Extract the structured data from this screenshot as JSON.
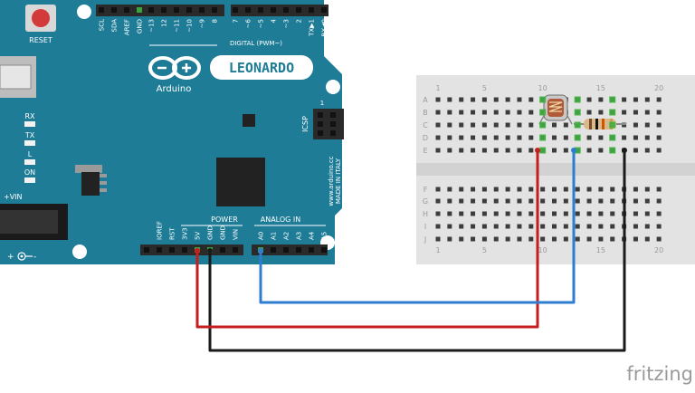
{
  "board": {
    "reset_label": "RESET",
    "name": "LEONARDO",
    "brand": "Arduino",
    "icsp_label": "ICSP",
    "icsp_pin": "1",
    "digital_label": "DIGITAL (PWM~)",
    "top_pins": [
      "SCL",
      "SDA",
      "AREF",
      "GND",
      "~13",
      "12",
      "~11",
      "~10",
      "~9",
      "8",
      "7",
      "~6",
      "~5",
      "4",
      "~3",
      "2",
      "TX▶1",
      "RX◀0"
    ],
    "power_label": "POWER",
    "analog_label": "ANALOG IN",
    "power_pins": [
      "IOREF",
      "RST",
      "3V3",
      "5V",
      "GND",
      "GND",
      "VIN"
    ],
    "analog_pins": [
      "A0",
      "A1",
      "A2",
      "A3",
      "A4",
      "A5"
    ],
    "leds": [
      "RX",
      "TX",
      "L",
      "ON"
    ],
    "vin_label": "+VIN",
    "website": "www.arduino.cc",
    "made_in": "MADE IN ITALY",
    "colors": {
      "board": "#1e7c97",
      "board_dark": "#16657d",
      "silk": "#ffffff",
      "reset": "#d33a3a"
    }
  },
  "breadboard": {
    "column_labels": [
      "1",
      "5",
      "10",
      "15",
      "20"
    ],
    "row_labels_top": [
      "A",
      "B",
      "C",
      "D",
      "E"
    ],
    "row_labels_bottom": [
      "F",
      "G",
      "H",
      "I",
      "J"
    ]
  },
  "wires": {
    "colors": {
      "red": "#c41e1e",
      "blue": "#2f7dd1",
      "black": "#1a1a1a"
    }
  },
  "watermark": "fritzing"
}
